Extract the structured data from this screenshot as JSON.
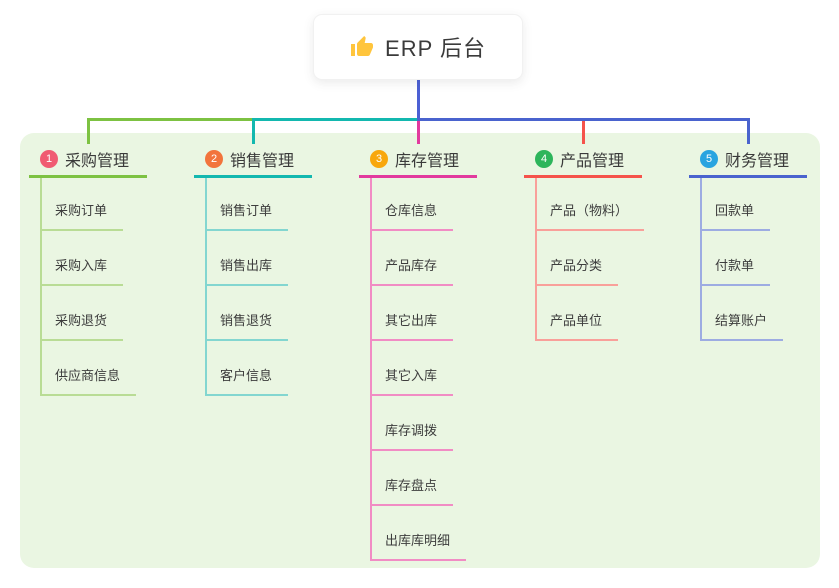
{
  "canvas": {
    "background_color": "#ffffff",
    "panel_color": "#EAF6E2",
    "root_connector_color": "#4C60D4"
  },
  "root": {
    "title": "ERP 后台",
    "icon": "thumbs-up",
    "icon_color": "#FFC53D"
  },
  "branches": [
    {
      "index": "1",
      "title": "采购管理",
      "badge_color": "#F05B72",
      "line_color": "#7DC242",
      "light_line_color": "#B9DC95",
      "children": [
        "采购订单",
        "采购入库",
        "采购退货",
        "供应商信息"
      ]
    },
    {
      "index": "2",
      "title": "销售管理",
      "badge_color": "#F2743C",
      "line_color": "#13B8AF",
      "light_line_color": "#83D6D0",
      "children": [
        "销售订单",
        "销售出库",
        "销售退货",
        "客户信息"
      ]
    },
    {
      "index": "3",
      "title": "库存管理",
      "badge_color": "#F8A70C",
      "line_color": "#E23A9E",
      "light_line_color": "#F18CC4",
      "children": [
        "仓库信息",
        "产品库存",
        "其它出库",
        "其它入库",
        "库存调拨",
        "库存盘点",
        "出库库明细"
      ]
    },
    {
      "index": "4",
      "title": "产品管理",
      "badge_color": "#2DB55B",
      "line_color": "#F5534B",
      "light_line_color": "#F9A09A",
      "children": [
        "产品（物料）",
        "产品分类",
        "产品单位"
      ]
    },
    {
      "index": "5",
      "title": "财务管理",
      "badge_color": "#29A4E0",
      "line_color": "#4A63CE",
      "light_line_color": "#9DACE2",
      "children": [
        "回款单",
        "付款单",
        "结算账户"
      ]
    }
  ]
}
